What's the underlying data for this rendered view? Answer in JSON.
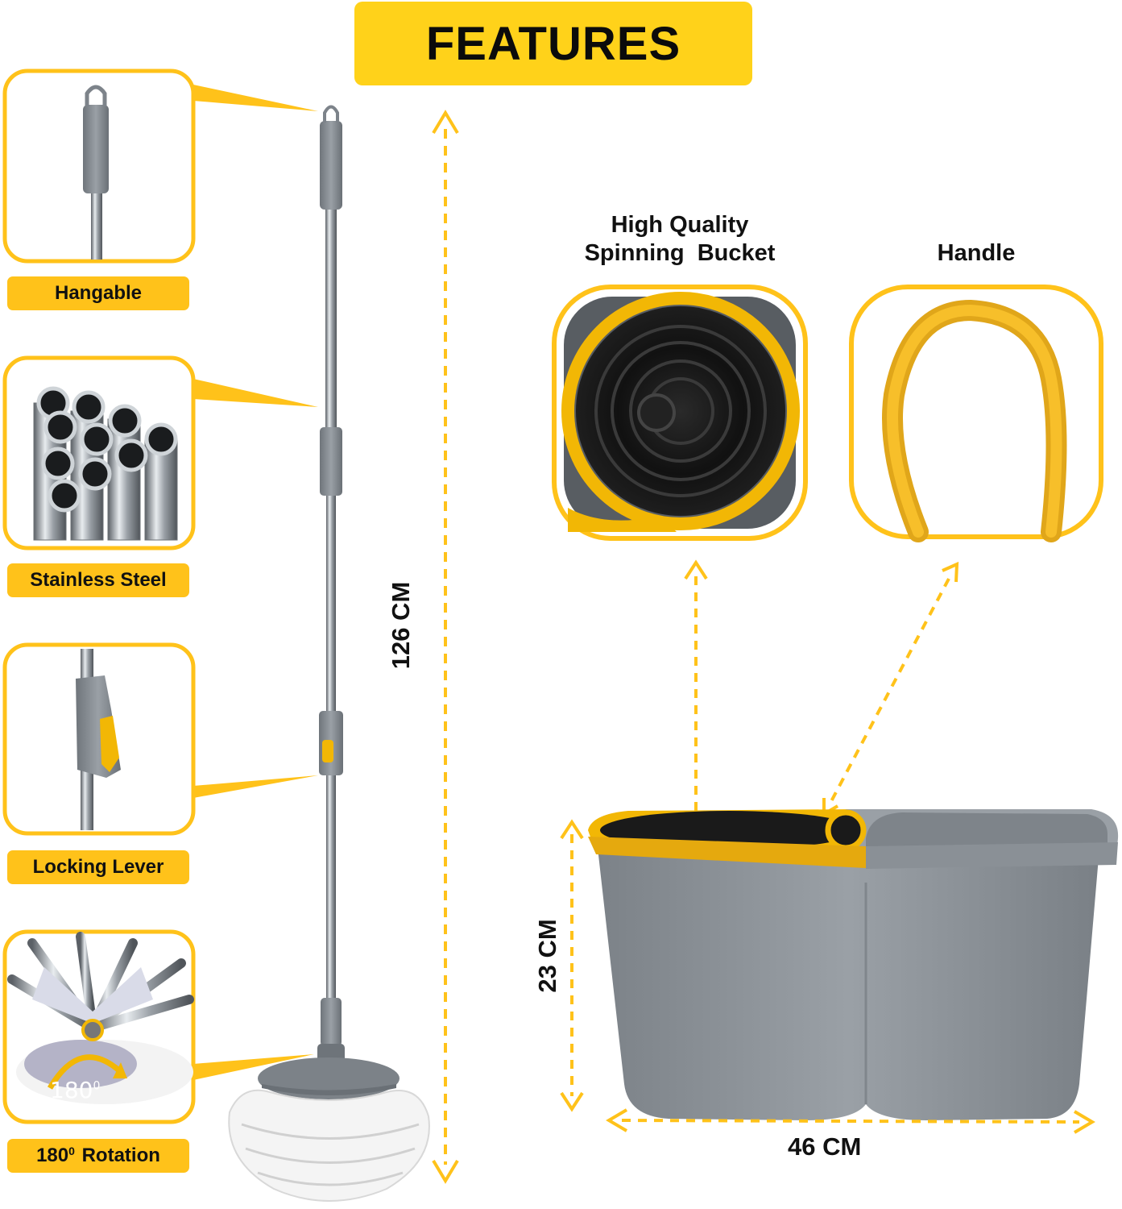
{
  "banner": {
    "title": "FEATURES"
  },
  "features_left": [
    {
      "label": "Hangable"
    },
    {
      "label": "Stainless Steel"
    },
    {
      "label": "Locking Lever"
    },
    {
      "label_main": "180",
      "label_sup": "0",
      "label_rest": "Rotation"
    }
  ],
  "rotation_mark": {
    "value": "180",
    "sup": "0"
  },
  "dimensions": {
    "mop_height": "126 CM",
    "bucket_height": "23 CM",
    "bucket_width": "46 CM"
  },
  "features_right": [
    {
      "title_line1": "High Quality",
      "title_line2": "Spinning  Bucket"
    },
    {
      "title_line1": "Handle"
    }
  ],
  "colors": {
    "accent": "#FFC21A",
    "banner": "#FFD21A",
    "bucket_grey": "#8a9096",
    "text": "#111111"
  }
}
